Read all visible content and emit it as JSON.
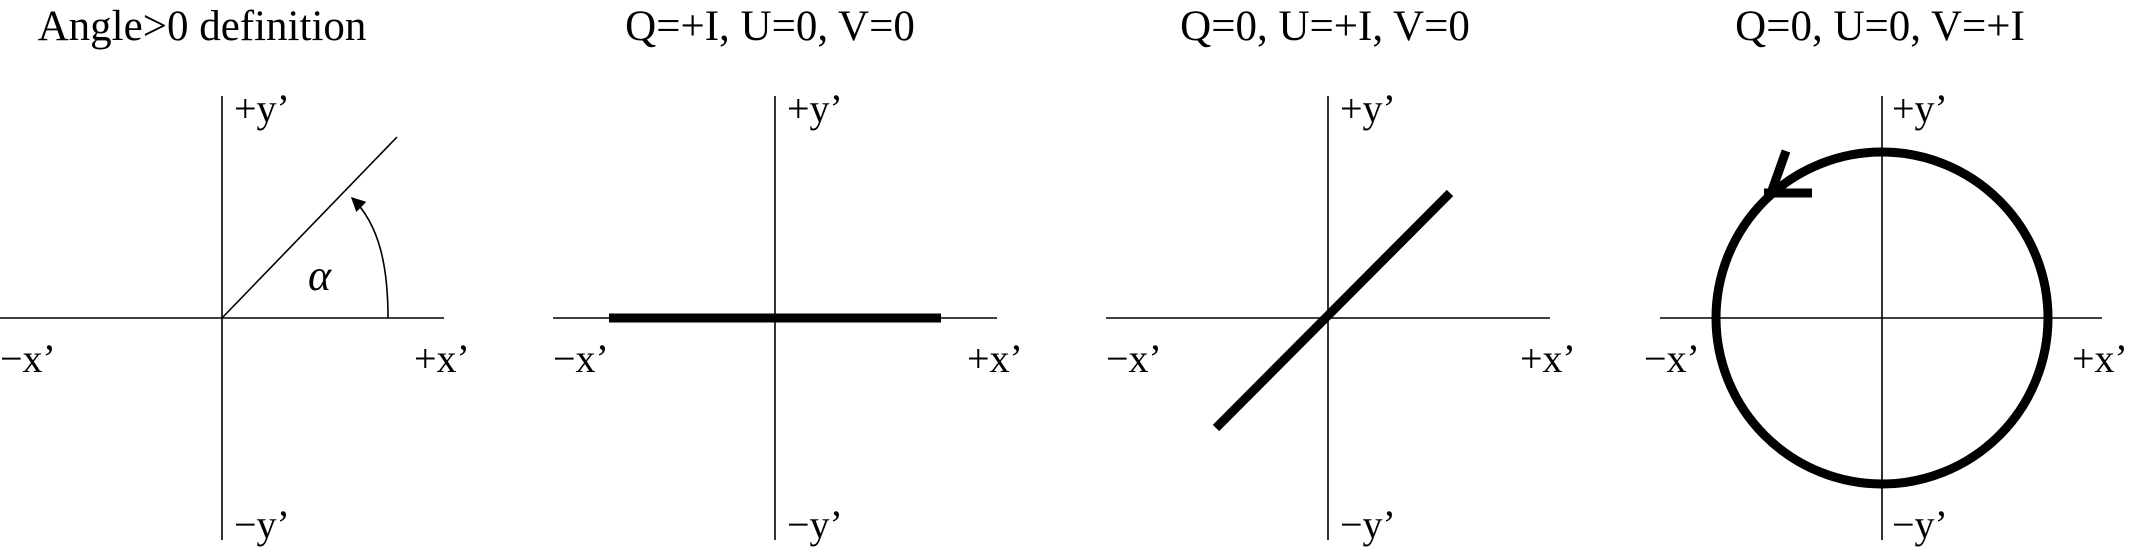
{
  "colors": {
    "ink": "#000000",
    "background": "#ffffff"
  },
  "panels": [
    {
      "title": "Angle>0 definition",
      "labels": {
        "px": "+x’",
        "nx": "−x’",
        "py": "+y’",
        "ny": "−y’"
      },
      "angle_symbol": "α",
      "shape": "angle-definition"
    },
    {
      "title": "Q=+I, U=0, V=0",
      "labels": {
        "px": "+x’",
        "nx": "−x’",
        "py": "+y’",
        "ny": "−y’"
      },
      "shape": "horizontal-line"
    },
    {
      "title": "Q=0, U=+I, V=0",
      "labels": {
        "px": "+x’",
        "nx": "−x’",
        "py": "+y’",
        "ny": "−y’"
      },
      "shape": "diagonal-line"
    },
    {
      "title": "Q=0, U=0, V=+I",
      "labels": {
        "px": "+x’",
        "nx": "−x’",
        "py": "+y’",
        "ny": "−y’"
      },
      "shape": "circle-counterclockwise"
    }
  ]
}
